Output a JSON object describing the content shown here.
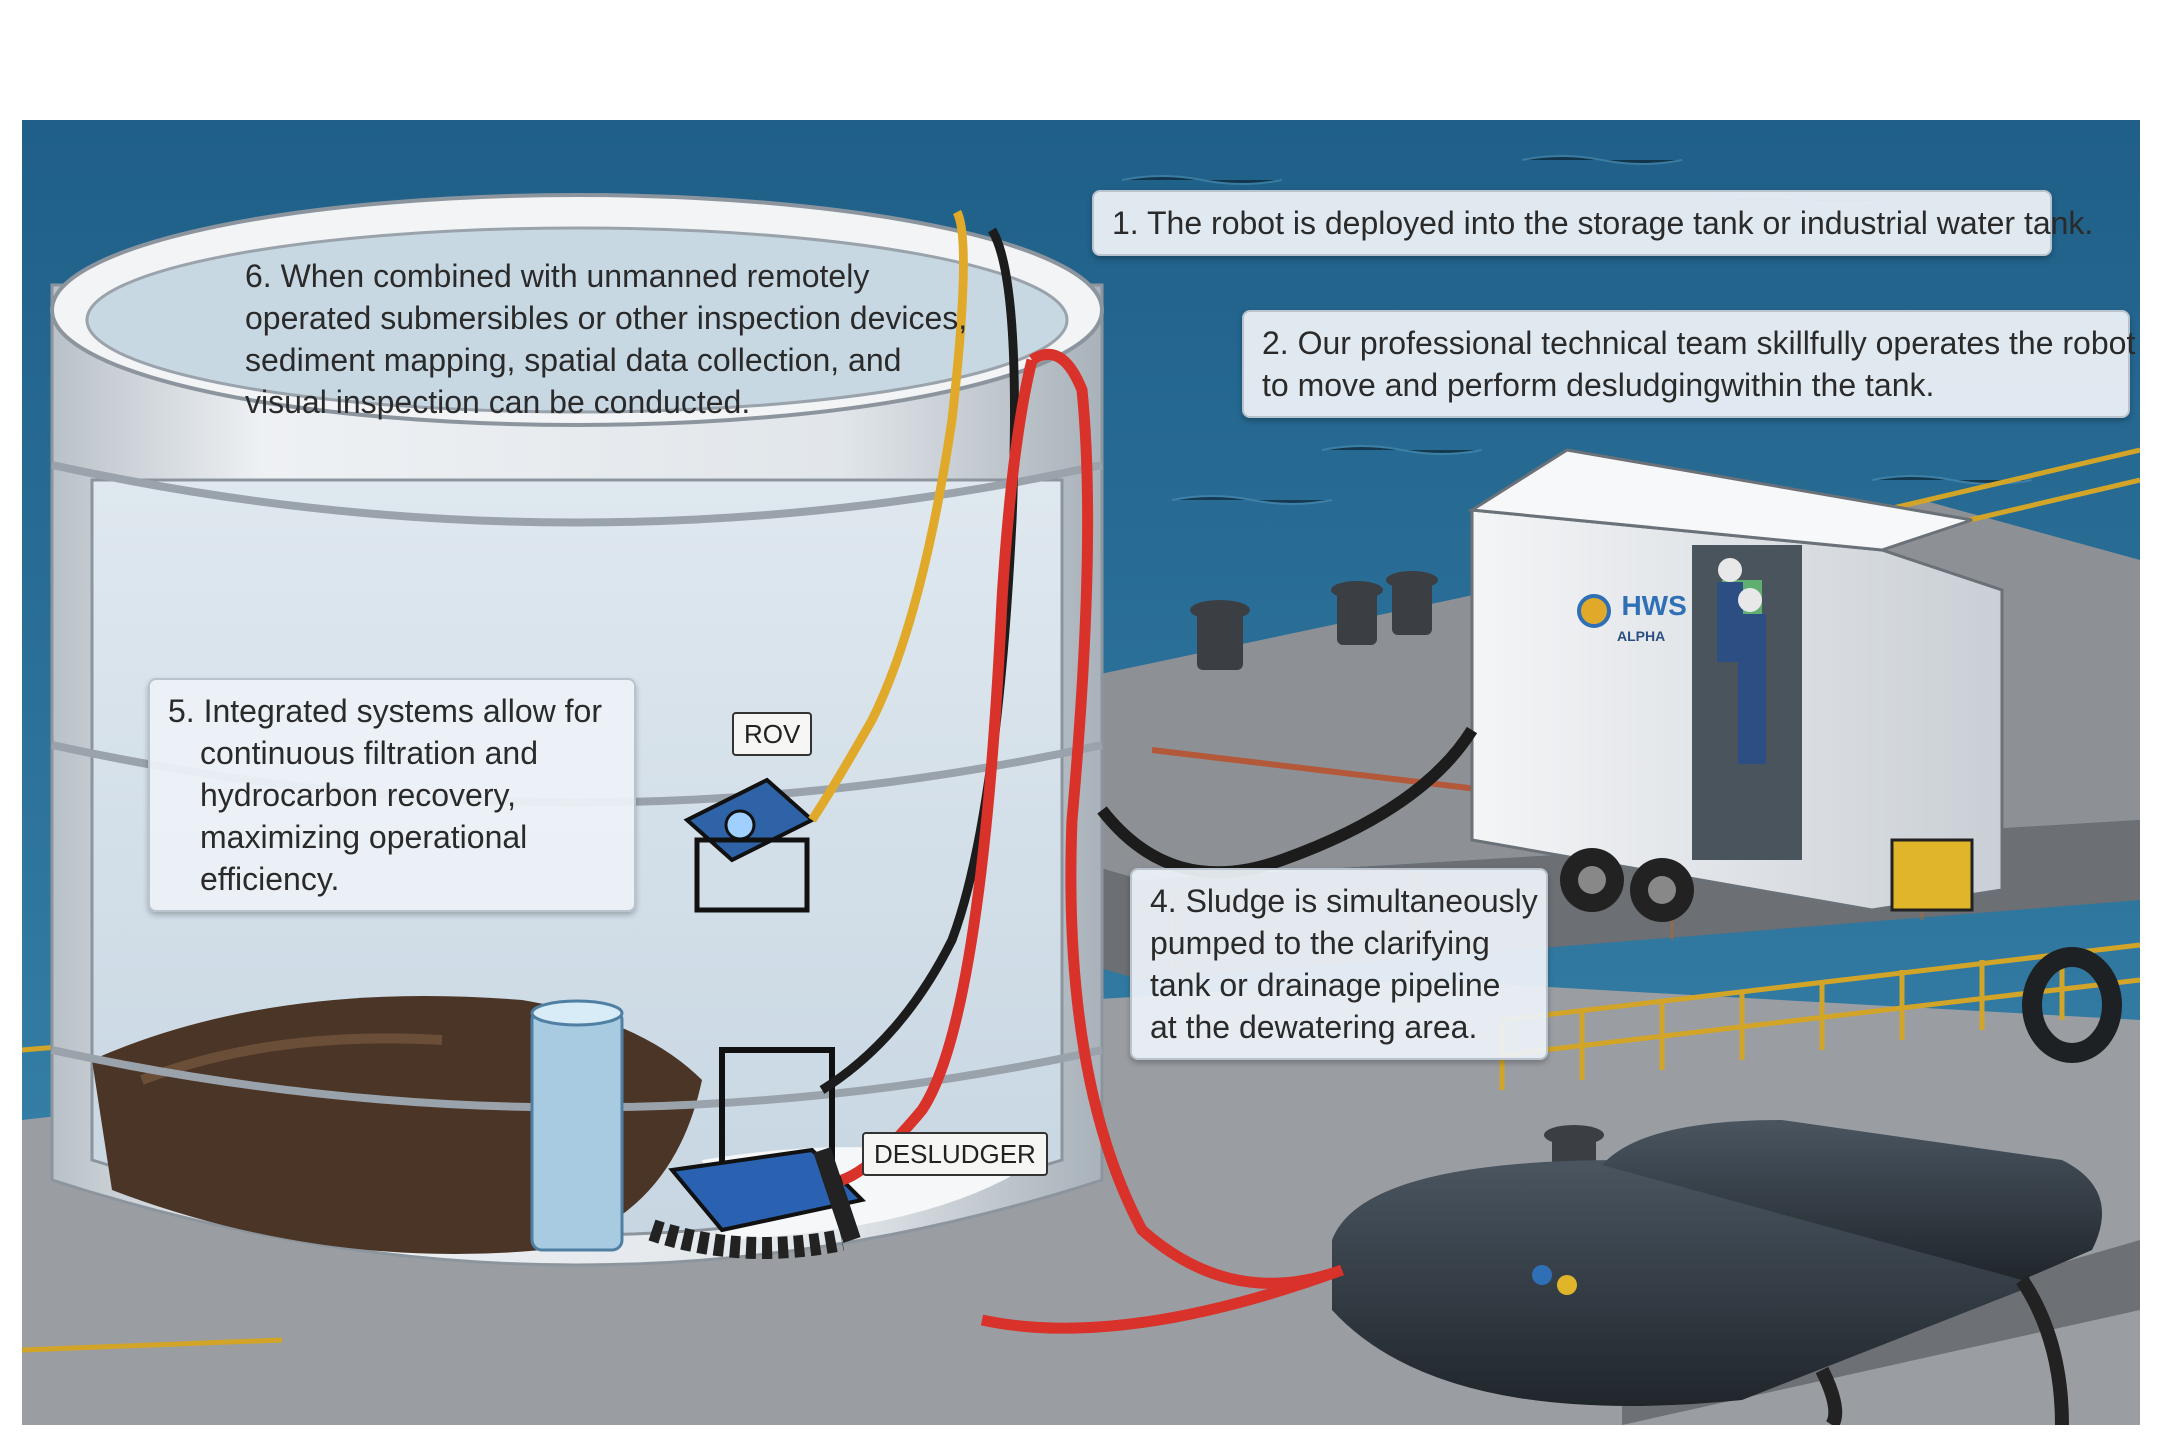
{
  "callouts": {
    "step1": {
      "lines": [
        "1. The robot is deployed into the storage tank or industrial water tank."
      ]
    },
    "step2": {
      "lines": [
        "2. Our professional technical team skillfully operates the robot",
        "to move and perform desludgingwithin the tank."
      ]
    },
    "step4": {
      "lines": [
        "4. Sludge is simultaneously",
        "pumped to the clarifying",
        "tank or drainage pipeline",
        "at the dewatering area."
      ]
    },
    "step5": {
      "lines": [
        "5. Integrated systems allow for",
        "continuous filtration and",
        "hydrocarbon recovery,",
        "maximizing operational",
        "efficiency."
      ]
    },
    "step6": {
      "lines": [
        "6. When combined with unmanned remotely",
        "operated submersibles or other inspection devices,",
        "sediment mapping, spatial data collection, and",
        "visual inspection can be conducted."
      ]
    }
  },
  "labels": {
    "rov": "ROV",
    "desludger": "DESLUDGER"
  },
  "trailer": {
    "brand": "HWS",
    "sub": "ALPHA"
  },
  "colors": {
    "sea": "#2d6f95",
    "tank": "#e4e8ec",
    "sludge": "#4a3526",
    "hose_red": "#d8322a",
    "hose_yellow": "#e0a92a",
    "hose_black": "#222222"
  }
}
